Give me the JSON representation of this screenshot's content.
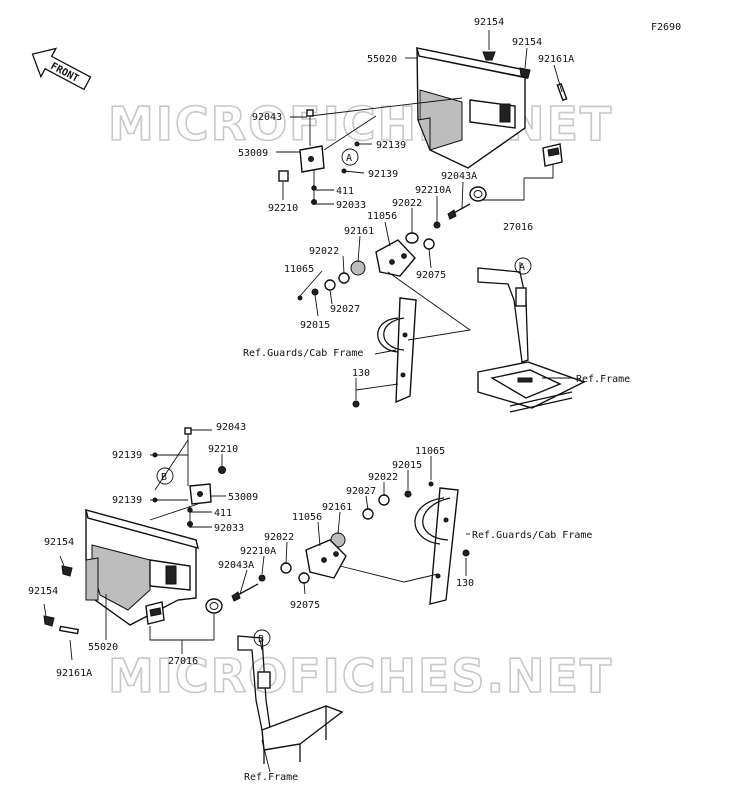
{
  "figure_code": "F2690",
  "front_badge": "FRONT",
  "watermark": "MICROFICHES.NET",
  "circle_markers": {
    "a": "A",
    "b": "B"
  },
  "top_assembly": {
    "labels": {
      "p92154_a": "92154",
      "p92154_b": "92154",
      "p55020": "55020",
      "p92161a": "92161A",
      "p92043": "92043",
      "p53009": "53009",
      "p92139_a": "92139",
      "p92139_b": "92139",
      "p411": "411",
      "p92210": "92210",
      "p92033": "92033",
      "p92043a": "92043A",
      "p92210a": "92210A",
      "p92022_a": "92022",
      "p11056": "11056",
      "p27016": "27016",
      "p92161": "92161",
      "p92022_b": "92022",
      "p92075": "92075",
      "p11065": "11065",
      "p92027": "92027",
      "p92015": "92015",
      "ref_guards": "Ref.Guards/Cab Frame",
      "ref_frame": "Ref.Frame",
      "p130": "130"
    }
  },
  "bottom_assembly": {
    "labels": {
      "p92043": "92043",
      "p92210": "92210",
      "p92139_a": "92139",
      "p92139_b": "92139",
      "p53009": "53009",
      "p411": "411",
      "p92033": "92033",
      "p11065": "11065",
      "p92015": "92015",
      "p92022_a": "92022",
      "p92027": "92027",
      "p92161": "92161",
      "p11056": "11056",
      "p92022_b": "92022",
      "p92210a": "92210A",
      "p92043a": "92043A",
      "p92075": "92075",
      "ref_guards": "Ref.Guards/Cab Frame",
      "p130": "130",
      "p92154_a": "92154",
      "p92154_b": "92154",
      "p55020": "55020",
      "p92161a": "92161A",
      "p27016": "27016",
      "ref_frame": "Ref.Frame"
    }
  }
}
